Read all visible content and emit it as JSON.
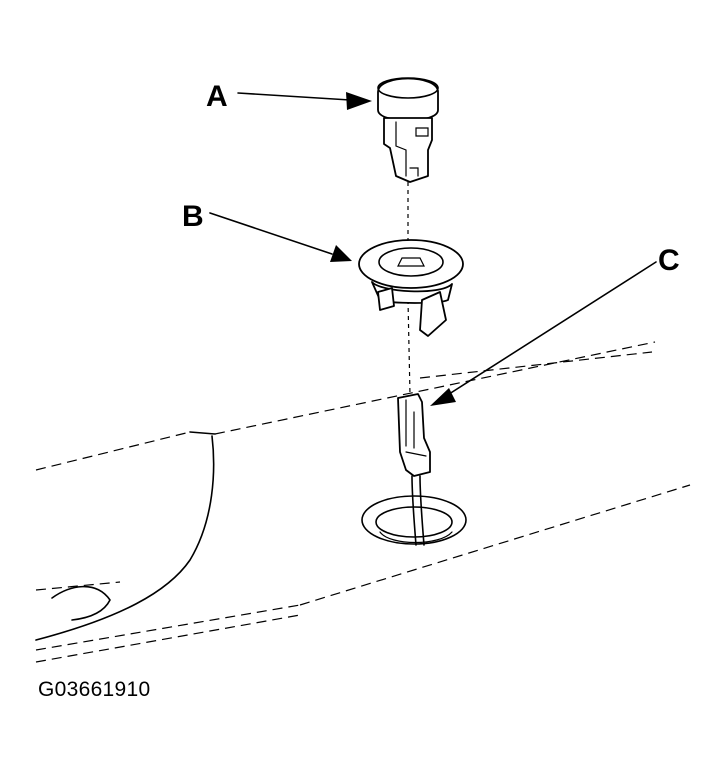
{
  "callouts": {
    "a": "A",
    "b": "B",
    "c": "C"
  },
  "figure_code": "G03661910"
}
